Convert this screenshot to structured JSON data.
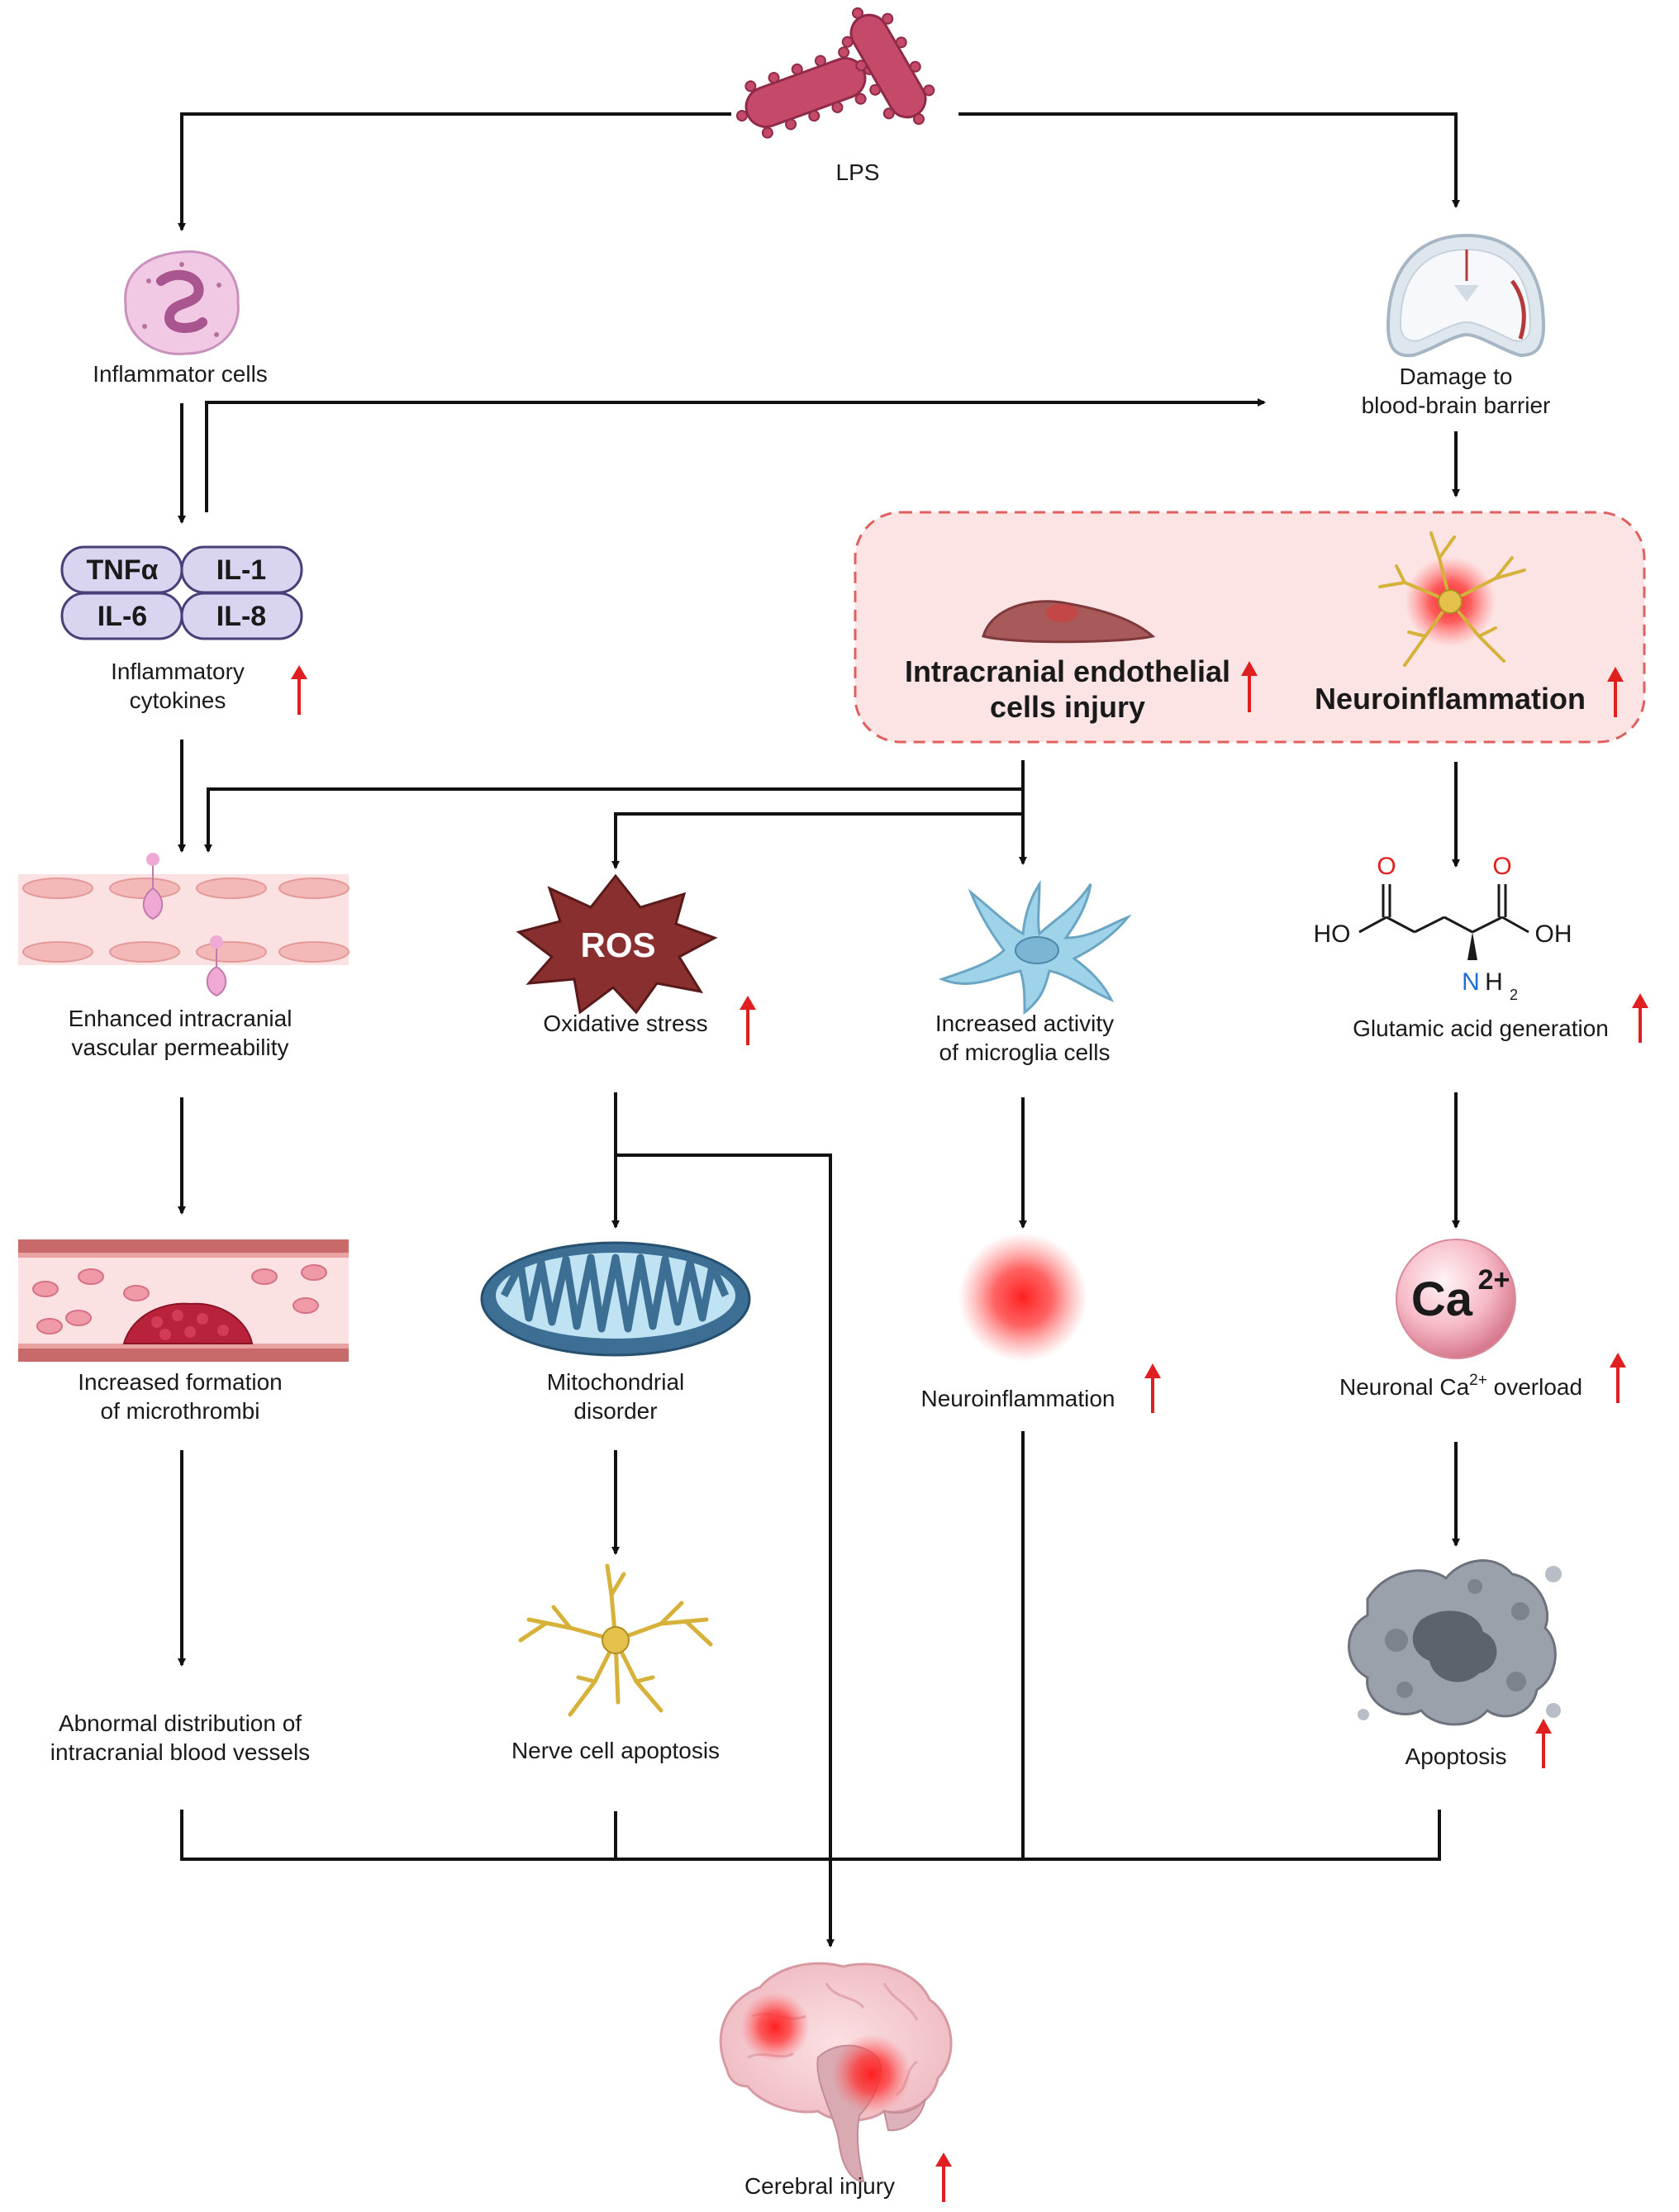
{
  "colors": {
    "accent_red": "#e02020",
    "pink_box": "#fde4e4",
    "pill_fill": "#d9d4f0",
    "ros_fill": "#8a2f2f",
    "microglia": "#9fd3ea",
    "neuron": "#d6b23a",
    "mito": "#3d6f95"
  },
  "icons": {
    "lps": "bacteria-icon",
    "inflammatory_cells": "neutrophil-icon",
    "bbb": "brain-section-icon",
    "endothelial": "endothelial-cell-icon",
    "neuron": "neuron-icon",
    "ros": "ros-burst-icon",
    "microglia": "microglia-icon",
    "vessel": "vessel-wall-icon",
    "thrombus": "blood-vessel-thrombus-icon",
    "mitochondrion": "mitochondrion-icon",
    "inflammation": "inflammation-glow-icon",
    "calcium": "calcium-ion-icon",
    "apoptotic_cell": "apoptotic-cell-icon",
    "brain": "brain-icon",
    "up_arrow": "red-up-arrow-icon"
  },
  "nodes": {
    "lps": "LPS",
    "inflammatory_cells": "Inflammator cells",
    "bbb_line1": "Damage to",
    "bbb_line2": "blood-brain barrier",
    "cytokines": {
      "tnf": "TNFα",
      "il1": "IL-1",
      "il6": "IL-6",
      "il8": "IL-8",
      "label_line1": "Inflammatory",
      "label_line2": "cytokines"
    },
    "endothelial_line1": "Intracranial endothelial",
    "endothelial_line2": "cells injury",
    "neuroinflammation_box": "Neuroinflammation",
    "vascular_line1": "Enhanced intracranial",
    "vascular_line2": "vascular permeability",
    "ros_symbol": "ROS",
    "oxidative": "Oxidative stress",
    "microglia_line1": "Increased activity",
    "microglia_line2": "of microglia cells",
    "glutamic": "Glutamic acid generation",
    "chem": {
      "o": "O",
      "ho": "HO",
      "oh": "OH",
      "n": "N",
      "h": "H",
      "sub2": "2"
    },
    "microthrombi_line1": "Increased formation",
    "microthrombi_line2": "of microthrombi",
    "mito_line1": "Mitochondrial",
    "mito_line2": "disorder",
    "neuroinflammation": "Neuroinflammation",
    "calcium_symbol": "Ca",
    "calcium_charge": "2+",
    "calcium_label_pre": "Neuronal Ca",
    "calcium_label_sup": "2+",
    "calcium_label_post": " overload",
    "abnormal_line1": "Abnormal distribution of",
    "abnormal_line2": "intracranial blood vessels",
    "nerve_apoptosis": "Nerve cell apoptosis",
    "apoptosis": "Apoptosis",
    "cerebral": "Cerebral injury"
  }
}
